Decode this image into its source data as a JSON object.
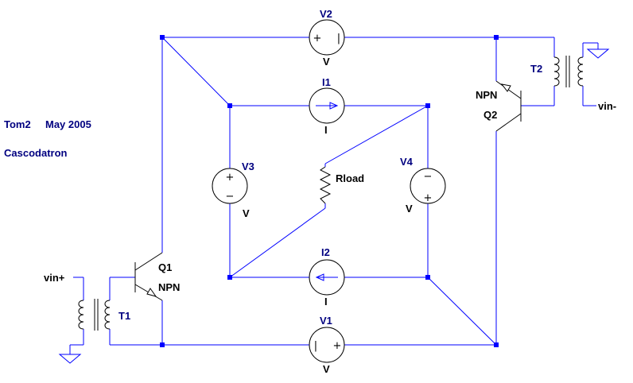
{
  "notes": {
    "line1_left": "Tom2",
    "line1_right": "May 2005",
    "line2": "Cascodatron"
  },
  "components": {
    "v1": {
      "ref": "V1",
      "value": "V"
    },
    "v2": {
      "ref": "V2",
      "value": "V"
    },
    "v3": {
      "ref": "V3",
      "value": "V"
    },
    "v4": {
      "ref": "V4",
      "value": "V"
    },
    "i1": {
      "ref": "I1",
      "value": "I"
    },
    "i2": {
      "ref": "I2",
      "value": "I"
    },
    "rload": {
      "ref": "Rload"
    },
    "q1": {
      "ref": "Q1",
      "model": "NPN"
    },
    "q2": {
      "ref": "Q2",
      "model": "NPN"
    },
    "t1": {
      "ref": "T1"
    },
    "t2": {
      "ref": "T2"
    }
  },
  "net_labels": {
    "vin_plus": "vin+",
    "vin_minus": "vin-"
  },
  "symbols": {
    "plus": "+",
    "minus": "−",
    "bar": "|"
  },
  "colors": {
    "wire": "#0000ff",
    "component_label": "#000080",
    "symbol": "#000000",
    "background": "#ffffff"
  }
}
